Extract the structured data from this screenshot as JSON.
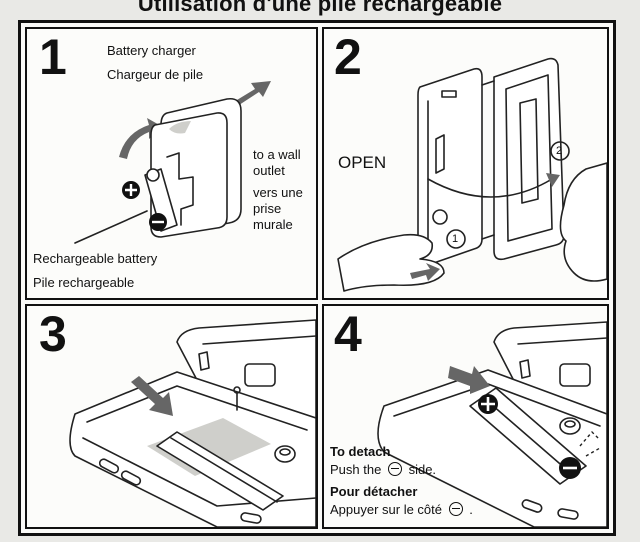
{
  "header": {
    "title": "Utilisation d'une pile rechargeable"
  },
  "panels": [
    {
      "number": "1",
      "charger_en": "Battery charger",
      "charger_fr": "Chargeur de pile",
      "outlet_en": [
        "to a wall",
        "outlet"
      ],
      "outlet_fr": [
        "vers une",
        "prise",
        "murale"
      ],
      "battery_en": "Rechargeable battery",
      "battery_fr": "Pile rechargeable"
    },
    {
      "number": "2",
      "open_label": "OPEN",
      "step_1": "1",
      "step_2": "2"
    },
    {
      "number": "3"
    },
    {
      "number": "4",
      "detach_en_title": "To detach",
      "detach_en_pre": "Push the",
      "detach_en_post": "side.",
      "detach_fr_title": "Pour détacher",
      "detach_fr_pre": "Appuyer sur le côté",
      "detach_fr_post": "."
    }
  ]
}
